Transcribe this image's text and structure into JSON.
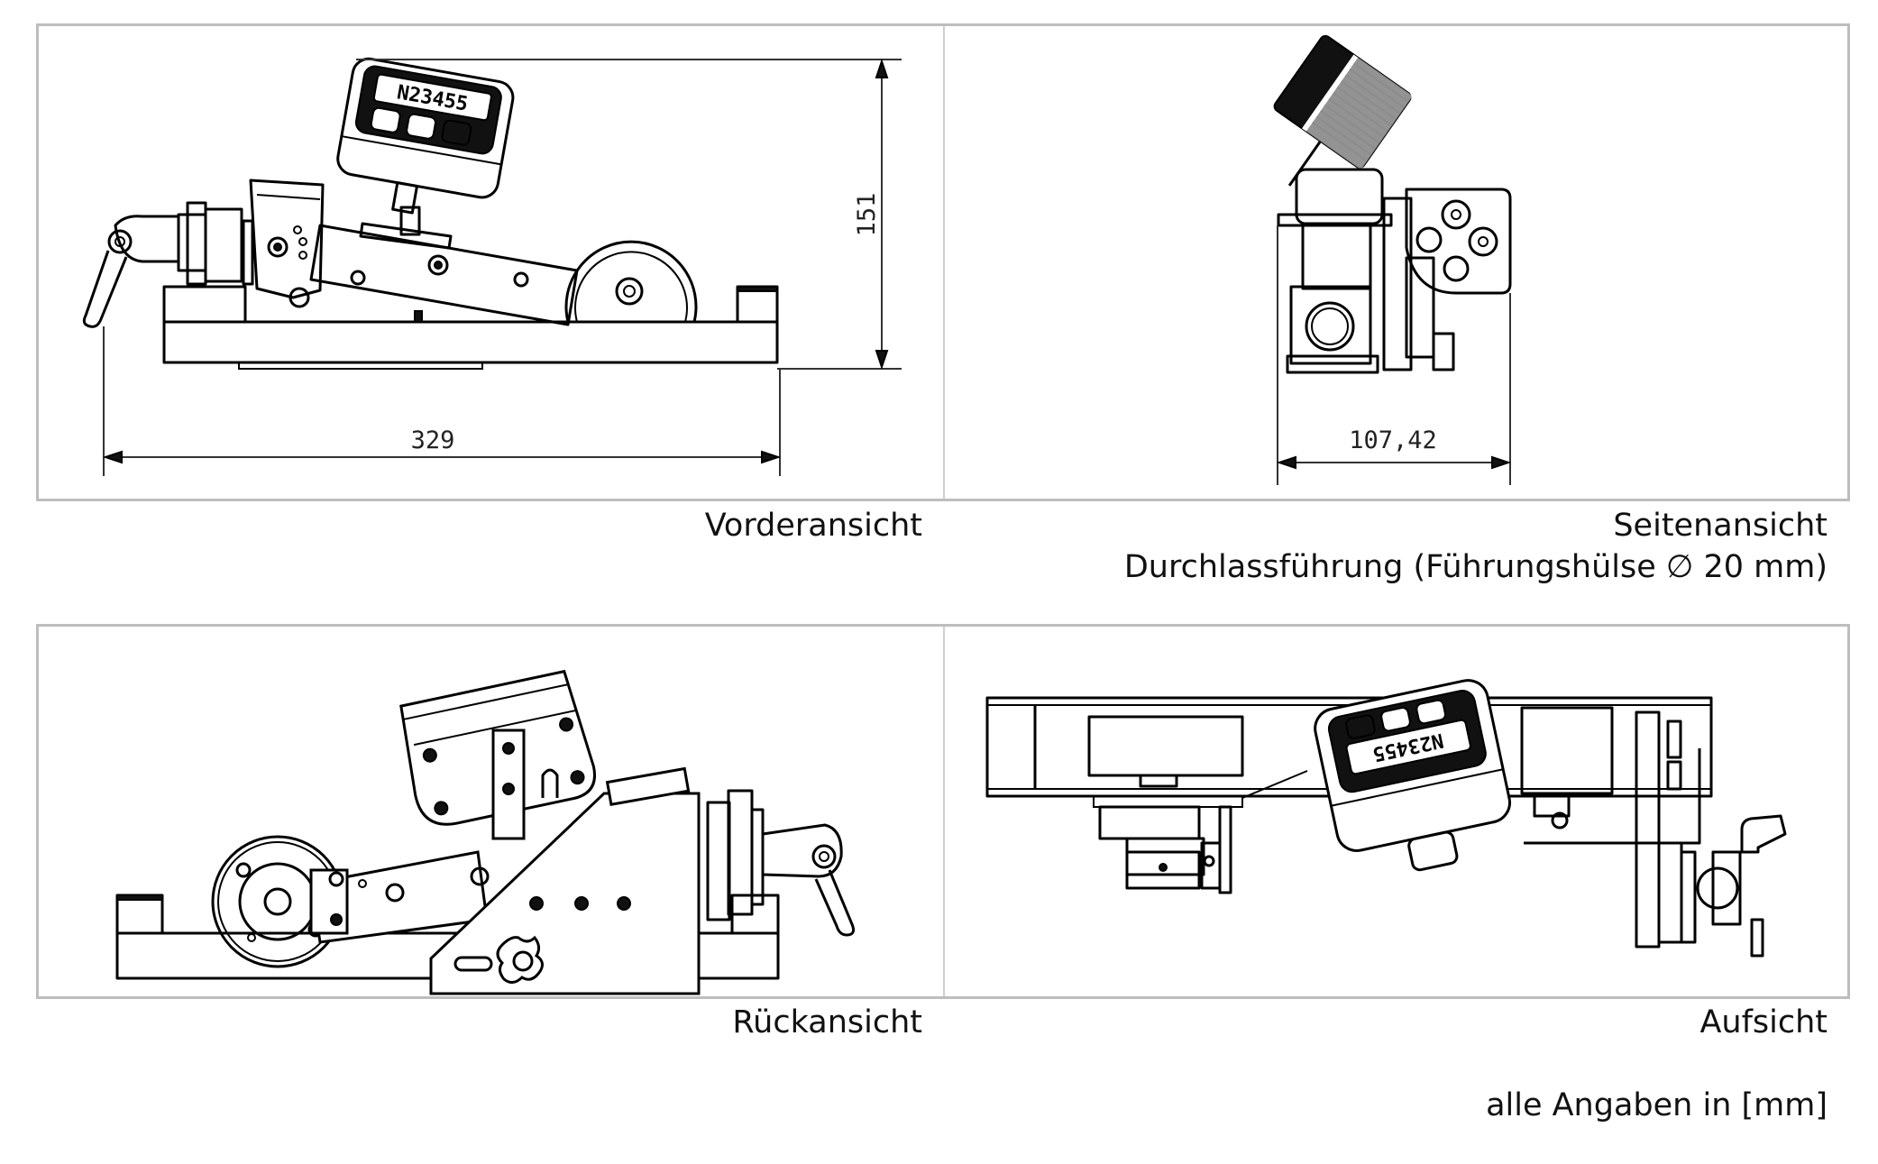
{
  "views": {
    "front": {
      "caption": "Vorderansicht",
      "dimension_height": "151",
      "dimension_width": "329",
      "display_readout": "N23455"
    },
    "side": {
      "caption": "Seitenansicht",
      "subcaption": "Durchlassführung (Führungshülse ∅ 20 mm)",
      "dimension_width": "107,42"
    },
    "back": {
      "caption": "Rückansicht"
    },
    "top": {
      "caption": "Aufsicht",
      "display_readout": "N23455"
    }
  },
  "footnote": "alle Angaben in [mm]",
  "colors": {
    "panel_border": "#bdbdbd",
    "line": "#000000",
    "text": "#111111"
  },
  "icons": [
    "display-unit-icon",
    "clamp-lever-icon",
    "measuring-wheel-icon",
    "star-knob-icon",
    "dimension-arrow-icon"
  ]
}
